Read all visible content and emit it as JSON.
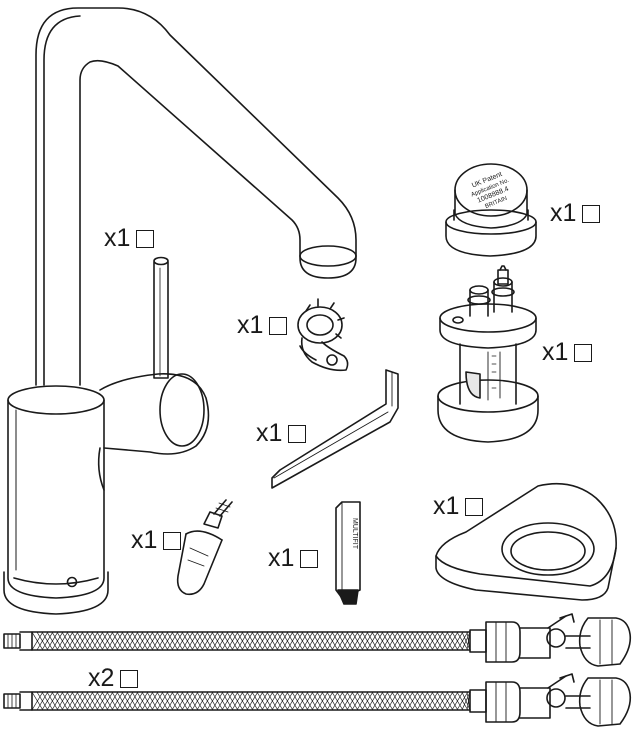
{
  "parts": [
    {
      "id": "tap_body",
      "quantity": "x1"
    },
    {
      "id": "spanner_key",
      "quantity": "x1"
    },
    {
      "id": "cartridge_cap",
      "quantity": "x1"
    },
    {
      "id": "ceramic_cartridge",
      "quantity": "x1"
    },
    {
      "id": "hex_key",
      "quantity": "x1"
    },
    {
      "id": "base_plate",
      "quantity": "x1"
    },
    {
      "id": "threaded_stud",
      "quantity": "x1"
    },
    {
      "id": "hex_driver",
      "quantity": "x1"
    },
    {
      "id": "flexi_hoses",
      "quantity": "x2"
    }
  ],
  "engravings": {
    "cap_line1": "UK Patent",
    "cap_line2": "Application No.",
    "cap_line3": "1008888.4",
    "cap_line4": "BRITAIN",
    "driver_text": "MULTIFIT"
  },
  "colors": {
    "line": "#1a1a1a",
    "fill": "#ffffff",
    "shade": "#e8e8e8"
  }
}
